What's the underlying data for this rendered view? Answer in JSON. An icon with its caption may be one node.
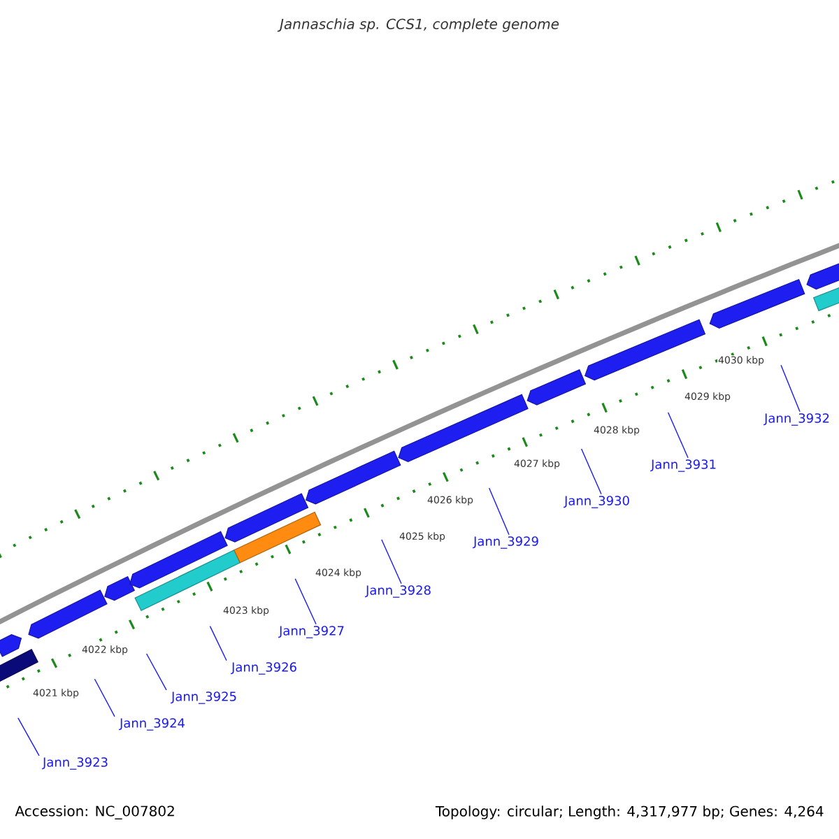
{
  "diagram": {
    "title": "Jannaschia sp. CCS1, complete genome",
    "nodes": [
      {
        "text": [
          "Jann_3923"
        ]
      },
      {
        "text": [
          "Jann_3924"
        ]
      },
      {
        "text": [
          "Jann_3925"
        ]
      },
      {
        "text": [
          "Jann_3926"
        ]
      },
      {
        "text": [
          "Jann_3927"
        ]
      },
      {
        "text": [
          "Jann_3928"
        ]
      },
      {
        "text": [
          "Jann_3929"
        ]
      },
      {
        "text": [
          "Jann_3930"
        ]
      },
      {
        "text": [
          "Jann_3931"
        ]
      },
      {
        "text": [
          "Jann_3932"
        ]
      }
    ],
    "edges": [
      {
        "from": 0,
        "to": null,
        "arrow": "none"
      },
      {
        "from": 1,
        "to": null,
        "arrow": "none"
      },
      {
        "from": 2,
        "to": null,
        "arrow": "none"
      },
      {
        "from": 3,
        "to": null,
        "arrow": "none"
      },
      {
        "from": 4,
        "to": null,
        "arrow": "none"
      },
      {
        "from": 5,
        "to": null,
        "arrow": "none"
      },
      {
        "from": 6,
        "to": null,
        "arrow": "none"
      },
      {
        "from": 7,
        "to": null,
        "arrow": "none"
      },
      {
        "from": 8,
        "to": null,
        "arrow": "none"
      },
      {
        "from": 9,
        "to": null,
        "arrow": "none"
      }
    ],
    "labels": [
      "4021 kbp",
      "4022 kbp",
      "4023 kbp",
      "4024 kbp",
      "4025 kbp",
      "4026 kbp",
      "4027 kbp",
      "4028 kbp",
      "4029 kbp",
      "4030 kbp",
      "Accession: NC_007802",
      "Topology: circular; Length: 4,317,977 bp; Genes: 4,264"
    ]
  }
}
